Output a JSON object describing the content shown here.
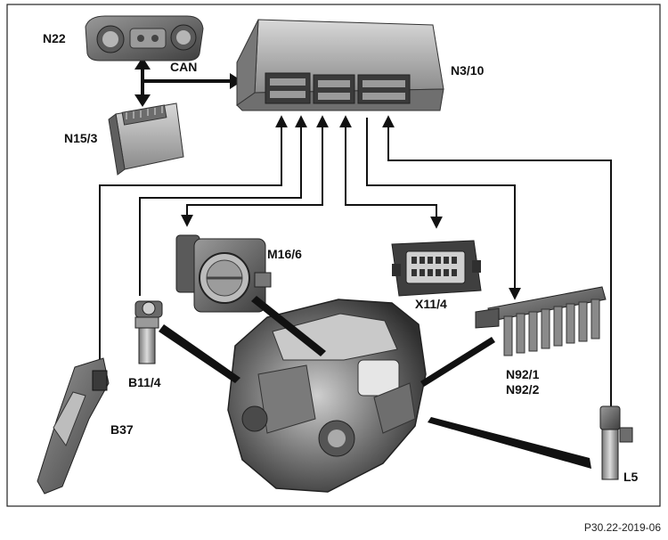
{
  "diagram": {
    "labels": {
      "n22": "N22",
      "can": "CAN",
      "n3_10": "N3/10",
      "n15_3": "N15/3",
      "m16_6": "M16/6",
      "x11_4": "X11/4",
      "b11_4": "B11/4",
      "b37": "B37",
      "n92_1": "N92/1",
      "n92_2": "N92/2",
      "l5": "L5"
    },
    "reference": "P30.22-2019-06"
  },
  "colors": {
    "line": "#111111",
    "component_dark": "#4a4a4a",
    "component_mid": "#8c8c8c",
    "component_light": "#d2d2d2",
    "frame": "#222222"
  }
}
